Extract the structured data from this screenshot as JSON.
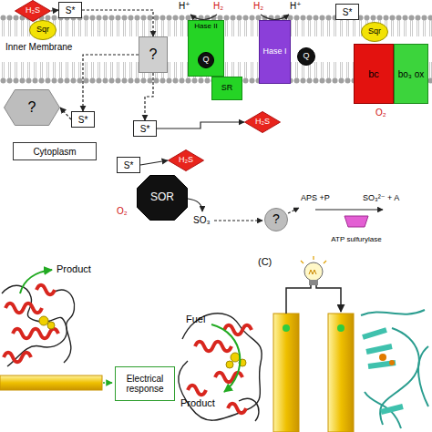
{
  "diagram": {
    "nodes": [
      {
        "text": [
          "H₂S"
        ]
      },
      {
        "text": [
          "S*"
        ]
      },
      {
        "text": [
          "Sqr"
        ]
      },
      {
        "text": [
          "?"
        ]
      },
      {
        "text": [
          "Hase II"
        ]
      },
      {
        "text": [
          "Q"
        ],
        "in": 4
      },
      {
        "text": [
          "SR"
        ]
      },
      {
        "text": [
          "Hase I"
        ]
      },
      {
        "text": [
          "Q"
        ]
      },
      {
        "text": [
          "S*"
        ]
      },
      {
        "text": [
          "Sqr"
        ]
      },
      {
        "text": [
          "bc"
        ]
      },
      {
        "text": [
          "bo₃ ox"
        ]
      },
      {
        "text": [
          "?"
        ]
      },
      {
        "text": [
          "S*"
        ]
      },
      {
        "text": [
          "S*"
        ]
      },
      {
        "text": [
          "H₂S"
        ]
      },
      {
        "text": [
          "Cytoplasm"
        ]
      },
      {
        "text": [
          "S*"
        ]
      },
      {
        "text": [
          "SOR"
        ]
      },
      {
        "text": [
          "H₂S"
        ]
      },
      {
        "text": [
          "?"
        ]
      },
      {
        "text": [
          "ATP sulfurylase"
        ]
      },
      {
        "text": [
          "Electrical response"
        ]
      }
    ],
    "edges": [
      {
        "from": 0,
        "to": 1,
        "arrow": "to"
      },
      {
        "from": 1,
        "to": 3,
        "arrow": "to"
      },
      {
        "from": 3,
        "to": 14,
        "arrow": "to"
      },
      {
        "from": 3,
        "to": 15,
        "arrow": "to"
      },
      {
        "from": 15,
        "to": 16,
        "arrow": "to"
      },
      {
        "from": 18,
        "to": 20,
        "arrow": "to"
      },
      {
        "from": 14,
        "to": 13,
        "arrow": "to"
      }
    ],
    "labels": [
      "H⁺",
      "H₂",
      "H₂",
      "H⁺",
      "Inner Membrane",
      "O₂",
      "O₂",
      "SO₃",
      "APS +P",
      "SO₃²⁻ + A",
      "(C)",
      "Product",
      "Fuel",
      "Product"
    ]
  }
}
